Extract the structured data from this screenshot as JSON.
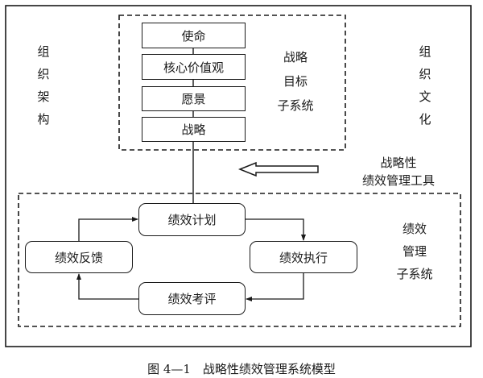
{
  "left_label": [
    "组",
    "织",
    "架",
    "构"
  ],
  "right_label": [
    "组",
    "织",
    "文",
    "化"
  ],
  "strategic_subsystem": {
    "boxes": [
      "使命",
      "核心价值观",
      "愿景",
      "战略"
    ],
    "label": [
      "战略",
      "目标",
      "子系统"
    ]
  },
  "tool_label": [
    "战略性",
    "绩效管理工具"
  ],
  "performance_subsystem": {
    "plan": "绩效计划",
    "feedback": "绩效反馈",
    "execute": "绩效执行",
    "review": "绩效考评",
    "label": [
      "绩效",
      "管理",
      "子系统"
    ]
  },
  "caption": "图 4—1　战略性绩效管理系统模型"
}
